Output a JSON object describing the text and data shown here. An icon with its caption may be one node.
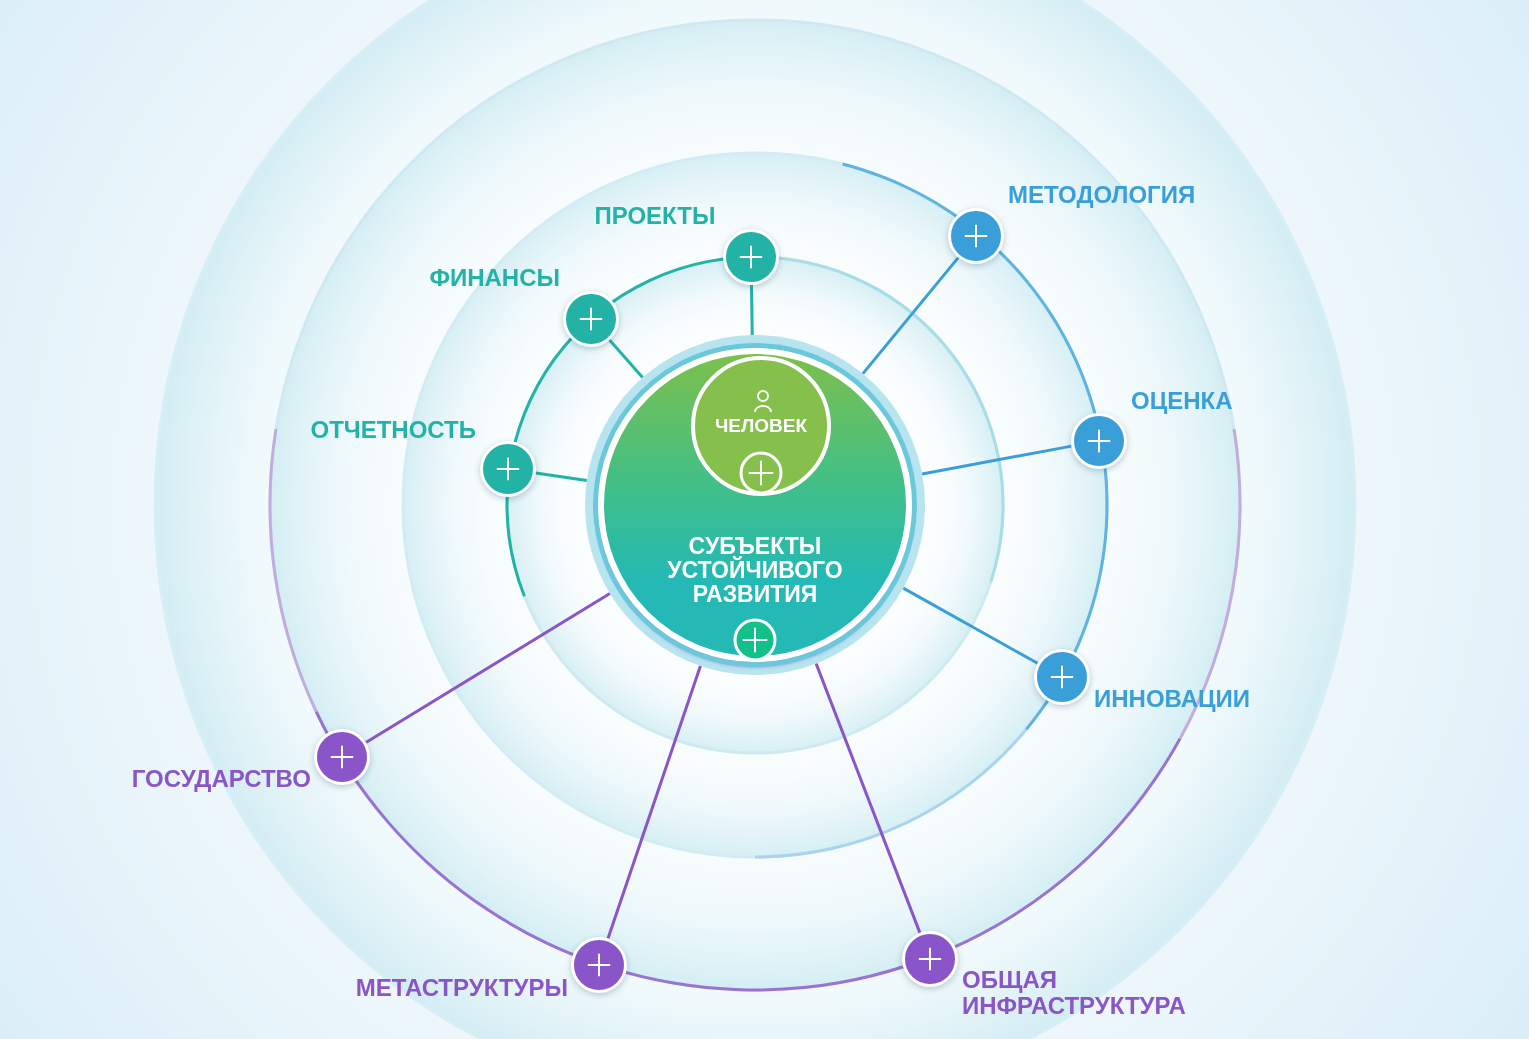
{
  "diagram": {
    "nodes": [
      {
        "text": [
          "СУБЪЕКТЫ УСТОЙЧИВОГО РАЗВИТИЯ"
        ]
      },
      {
        "text": [
          "ЧЕЛОВЕК"
        ],
        "in": 0
      },
      {
        "text": [],
        "shape": "circle",
        "beside": [
          "ПРОЕКТЫ"
        ]
      },
      {
        "text": [],
        "shape": "circle",
        "beside": [
          "МЕТОДОЛОГИЯ"
        ]
      },
      {
        "text": [],
        "shape": "circle",
        "beside": [
          "ФИНАНСЫ"
        ]
      },
      {
        "text": [],
        "shape": "circle",
        "beside": [
          "ОЦЕНКА"
        ]
      },
      {
        "text": [],
        "shape": "circle",
        "beside": [
          "ОТЧЕТНОСТЬ"
        ]
      },
      {
        "text": [],
        "shape": "circle",
        "beside": [
          "ИННОВАЦИИ"
        ]
      },
      {
        "text": [],
        "shape": "circle",
        "beside": [
          "ГОСУДАРСТВО"
        ]
      },
      {
        "text": [],
        "shape": "circle",
        "beside": [
          "ОБЩАЯ ИНФРАСТРУКТУРА"
        ]
      },
      {
        "text": [],
        "shape": "circle",
        "beside": [
          "МЕТАСТРУКТУРЫ"
        ]
      }
    ],
    "edges": [
      {
        "from": 0,
        "to": 2,
        "arrow": "none",
        "color": "#22b3a6"
      },
      {
        "from": 0,
        "to": 3,
        "arrow": "none",
        "color": "#3a9fd8"
      },
      {
        "from": 0,
        "to": 4,
        "arrow": "none",
        "color": "#22b3a6"
      },
      {
        "from": 0,
        "to": 5,
        "arrow": "none",
        "color": "#3a9fd8"
      },
      {
        "from": 0,
        "to": 6,
        "arrow": "none",
        "color": "#22b3a6"
      },
      {
        "from": 0,
        "to": 7,
        "arrow": "none",
        "color": "#3a9fd8"
      },
      {
        "from": 0,
        "to": 8,
        "arrow": "none",
        "color": "#8a55c9"
      },
      {
        "from": 0,
        "to": 9,
        "arrow": "none",
        "color": "#8a55c9"
      },
      {
        "from": 0,
        "to": 10,
        "arrow": "none",
        "color": "#8a55c9"
      }
    ]
  }
}
